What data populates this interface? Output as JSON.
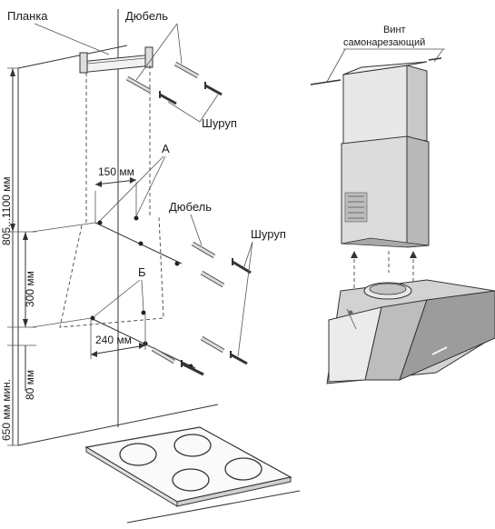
{
  "labels": {
    "bracket": "Планка",
    "dowel_top": "Дюбель",
    "screw_top": "Шуруп",
    "point_a": "А",
    "dowel_mid": "Дюбель",
    "screw_mid": "Шуруп",
    "point_b": "Б",
    "self_tapping_screw_line1": "Винт",
    "self_tapping_screw_line2": "самонарезающий"
  },
  "dimensions": {
    "height_range": "805...1100 мм",
    "spacing_a": "150 мм",
    "vertical_300": "300 мм",
    "spacing_b": "240 мм",
    "vertical_80": "80 мм",
    "min_650": "650 мм мин."
  },
  "colors": {
    "line": "#333333",
    "steel_light": "#e6e6e6",
    "steel_mid": "#c8c8c8",
    "steel_dark": "#9a9a9a"
  }
}
